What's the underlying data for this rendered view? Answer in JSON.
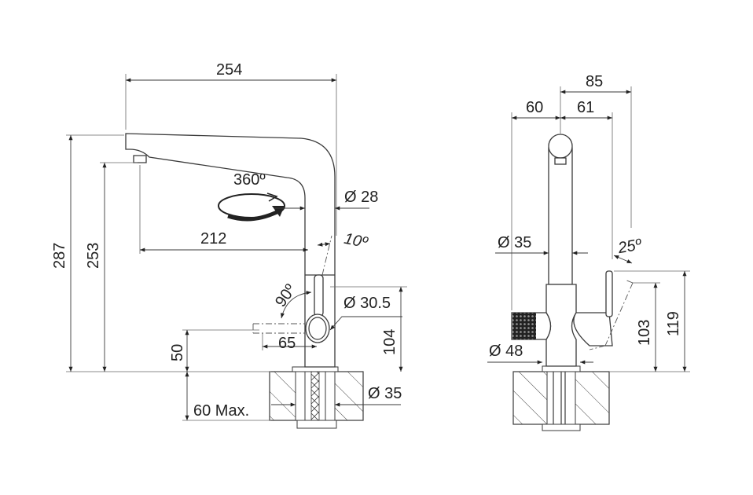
{
  "side_view": {
    "total_reach": "254",
    "total_height": "287",
    "spout_height": "253",
    "rotation": "360º",
    "spout_diameter": "Ø 28",
    "spout_reach": "212",
    "lever_angle": "10º",
    "handle_angle": "90º",
    "body_diameter": "Ø 30.5",
    "handle_length": "65",
    "lever_height": "104",
    "handle_height": "50",
    "counter_thickness": "60 Max.",
    "hole_diameter": "Ø 35"
  },
  "front_view": {
    "total_width": "85",
    "left_width": "60",
    "right_width": "61",
    "column_diameter": "Ø 35",
    "lever_angle": "25º",
    "lever_height_low": "103",
    "lever_height_high": "119",
    "base_diameter": "Ø 48"
  }
}
